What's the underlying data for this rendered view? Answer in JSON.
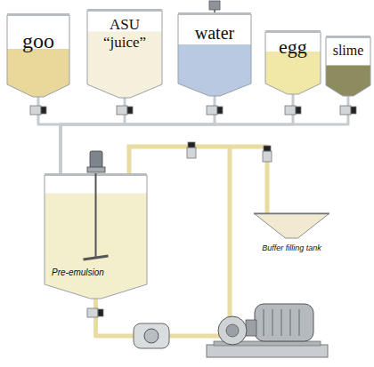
{
  "diagram": {
    "nodes": [
      {
        "text": [
          "goo"
        ]
      },
      {
        "text": [
          "ASU “juice”"
        ]
      },
      {
        "text": [
          "water"
        ]
      },
      {
        "text": [
          "egg"
        ]
      },
      {
        "text": [
          "slime"
        ]
      },
      {
        "text": [
          "Pre-emulsion"
        ]
      },
      {
        "text": [
          "Buffer filling tank"
        ]
      }
    ],
    "edges": [
      {
        "from": 0,
        "to": 5,
        "arrow": "none"
      },
      {
        "from": 1,
        "to": 5,
        "arrow": "none"
      },
      {
        "from": 2,
        "to": 5,
        "arrow": "none"
      },
      {
        "from": 3,
        "to": 5,
        "arrow": "none"
      },
      {
        "from": 4,
        "to": 5,
        "arrow": "none"
      },
      {
        "from": 5,
        "to": 6,
        "arrow": "none"
      }
    ]
  }
}
